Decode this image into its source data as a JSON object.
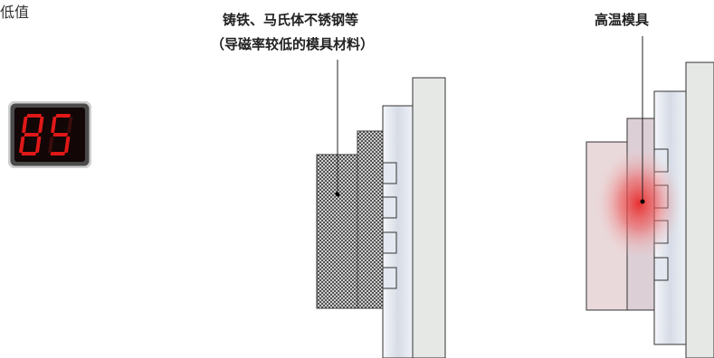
{
  "low_value": {
    "label": "低值",
    "digits": [
      "8",
      "5"
    ],
    "segment_color": "#e01818"
  },
  "left_diagram": {
    "caption_line1": "铸铁、马氏体不锈钢等",
    "caption_line2": "（导磁率较低的模具材料）"
  },
  "right_diagram": {
    "caption": "高温模具"
  },
  "colors": {
    "platen": "#e6e8e6",
    "coil_plate": "#dfe4ec",
    "hot_spot": "#e82828"
  }
}
